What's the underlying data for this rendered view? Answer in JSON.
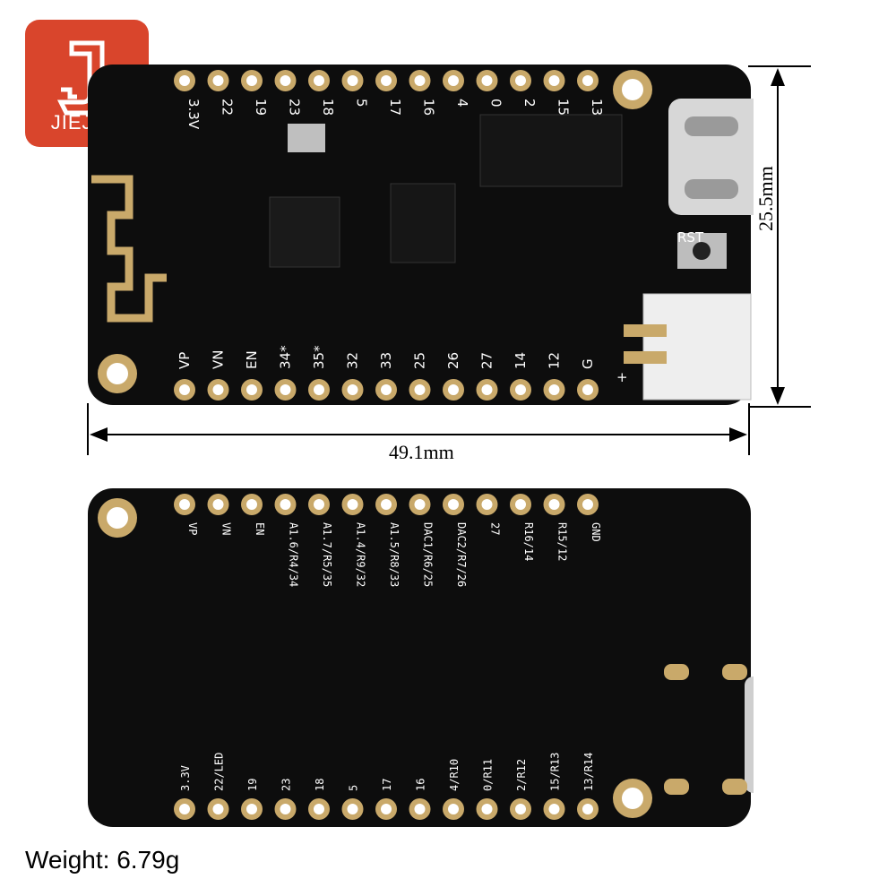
{
  "logo": {
    "text": "JIEJUN"
  },
  "top_board": {
    "top_pins": [
      "3.3V",
      "22",
      "19",
      "23",
      "18",
      "5",
      "17",
      "16",
      "4",
      "0",
      "2",
      "15",
      "13"
    ],
    "bottom_pins": [
      "VP",
      "VN",
      "EN",
      "34*",
      "35*",
      "32",
      "33",
      "25",
      "26",
      "27",
      "14",
      "12",
      "G"
    ],
    "rst_label": "RST",
    "plus_label": "+"
  },
  "bottom_board": {
    "top_labels": [
      "VP",
      "VN",
      "EN",
      "A1.6/R4/34",
      "A1.7/R5/35",
      "A1.4/R9/32",
      "A1.5/R8/33",
      "DAC1/R6/25",
      "DAC2/R7/26",
      "27",
      "R16/14",
      "R15/12",
      "GND"
    ],
    "bottom_labels": [
      "3.3V",
      "22/LED",
      "19",
      "23",
      "18",
      "5",
      "17",
      "16",
      "4/R10",
      "0/R11",
      "2/R12",
      "15/R13",
      "13/R14"
    ]
  },
  "dimensions": {
    "width_label": "49.1mm",
    "height_label": "25.5mm"
  },
  "weight_label": "Weight: 6.79g",
  "colors": {
    "logo_bg": "#d9452c",
    "pcb": "#0d0d0d",
    "gold": "#c9a96a"
  }
}
